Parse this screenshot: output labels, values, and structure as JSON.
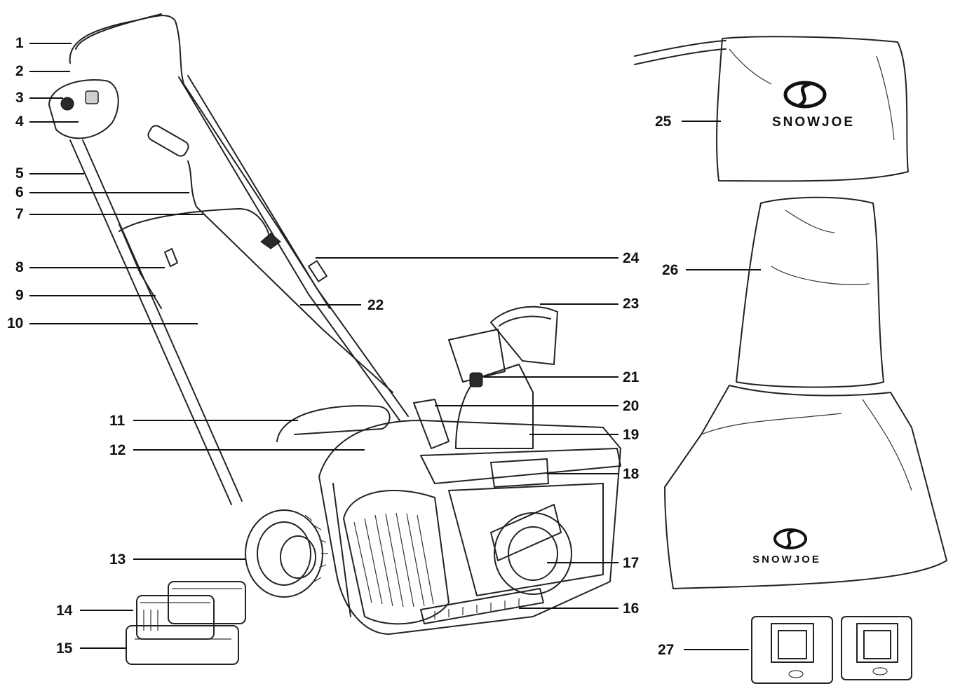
{
  "brand_text": "SNOWJOE",
  "parts": [
    {
      "id": "1",
      "label": "1"
    },
    {
      "id": "2",
      "label": "2"
    },
    {
      "id": "3",
      "label": "3"
    },
    {
      "id": "4",
      "label": "4"
    },
    {
      "id": "5",
      "label": "5"
    },
    {
      "id": "6",
      "label": "6"
    },
    {
      "id": "7",
      "label": "7"
    },
    {
      "id": "8",
      "label": "8"
    },
    {
      "id": "9",
      "label": "9"
    },
    {
      "id": "10",
      "label": "10"
    },
    {
      "id": "11",
      "label": "11"
    },
    {
      "id": "12",
      "label": "12"
    },
    {
      "id": "13",
      "label": "13"
    },
    {
      "id": "14",
      "label": "14"
    },
    {
      "id": "15",
      "label": "15"
    },
    {
      "id": "16",
      "label": "16"
    },
    {
      "id": "17",
      "label": "17"
    },
    {
      "id": "18",
      "label": "18"
    },
    {
      "id": "19",
      "label": "19"
    },
    {
      "id": "20",
      "label": "20"
    },
    {
      "id": "21",
      "label": "21"
    },
    {
      "id": "22",
      "label": "22"
    },
    {
      "id": "23",
      "label": "23"
    },
    {
      "id": "24",
      "label": "24"
    },
    {
      "id": "25",
      "label": "25"
    },
    {
      "id": "26",
      "label": "26"
    },
    {
      "id": "27",
      "label": "27"
    }
  ]
}
